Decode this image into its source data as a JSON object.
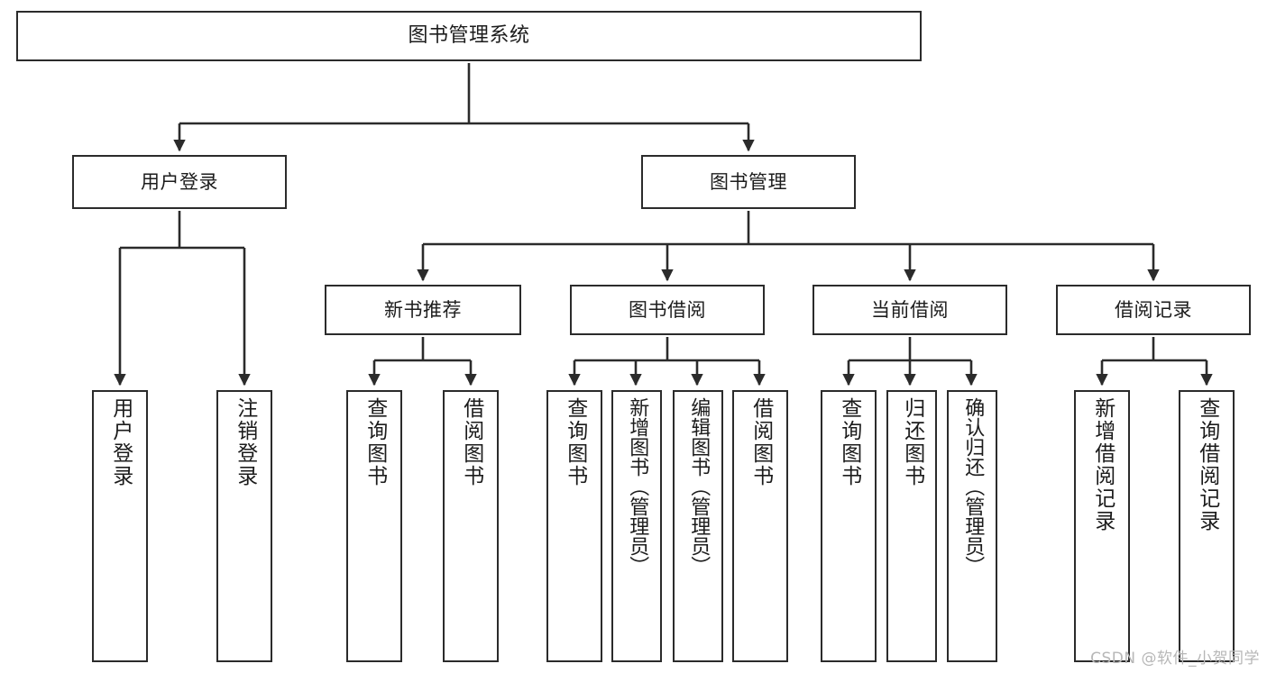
{
  "diagram": {
    "title": "图书管理系统",
    "type": "tree",
    "background_color": "#ffffff",
    "line_color": "#2b2b2b",
    "text_color": "#1c1c1c"
  },
  "nodes": {
    "root": {
      "label": "图书管理系统",
      "level": 0
    },
    "level1": [
      {
        "id": "user-login",
        "label": "用户登录"
      },
      {
        "id": "book-management",
        "label": "图书管理"
      }
    ],
    "level2": [
      {
        "id": "new-book-recommend",
        "label": "新书推荐",
        "parent": "book-management"
      },
      {
        "id": "book-borrow",
        "label": "图书借阅",
        "parent": "book-management"
      },
      {
        "id": "current-borrow",
        "label": "当前借阅",
        "parent": "book-management"
      },
      {
        "id": "borrow-record",
        "label": "借阅记录",
        "parent": "book-management"
      }
    ],
    "leaves": [
      {
        "id": "leaf-user-login",
        "label": "用户登录",
        "parent": "user-login"
      },
      {
        "id": "leaf-user-logout",
        "label": "注销登录",
        "parent": "user-login"
      },
      {
        "id": "leaf-query-book-1",
        "label": "查询图书",
        "parent": "new-book-recommend"
      },
      {
        "id": "leaf-borrow-book-1",
        "label": "借阅图书",
        "parent": "new-book-recommend"
      },
      {
        "id": "leaf-query-book-2",
        "label": "查询图书",
        "parent": "book-borrow"
      },
      {
        "id": "leaf-add-book",
        "label": "新增图书（管理员）",
        "parent": "book-borrow"
      },
      {
        "id": "leaf-edit-book",
        "label": "编辑图书（管理员）",
        "parent": "book-borrow"
      },
      {
        "id": "leaf-borrow-book-2",
        "label": "借阅图书",
        "parent": "book-borrow"
      },
      {
        "id": "leaf-query-book-3",
        "label": "查询图书",
        "parent": "current-borrow"
      },
      {
        "id": "leaf-return-book",
        "label": "归还图书",
        "parent": "current-borrow"
      },
      {
        "id": "leaf-confirm-return",
        "label": "确认归还（管理员）",
        "parent": "current-borrow"
      },
      {
        "id": "leaf-add-record",
        "label": "新增借阅记录",
        "parent": "borrow-record"
      },
      {
        "id": "leaf-query-record",
        "label": "查询借阅记录",
        "parent": "borrow-record"
      }
    ]
  },
  "watermark": {
    "text": "CSDN @软件_小贺同学"
  }
}
